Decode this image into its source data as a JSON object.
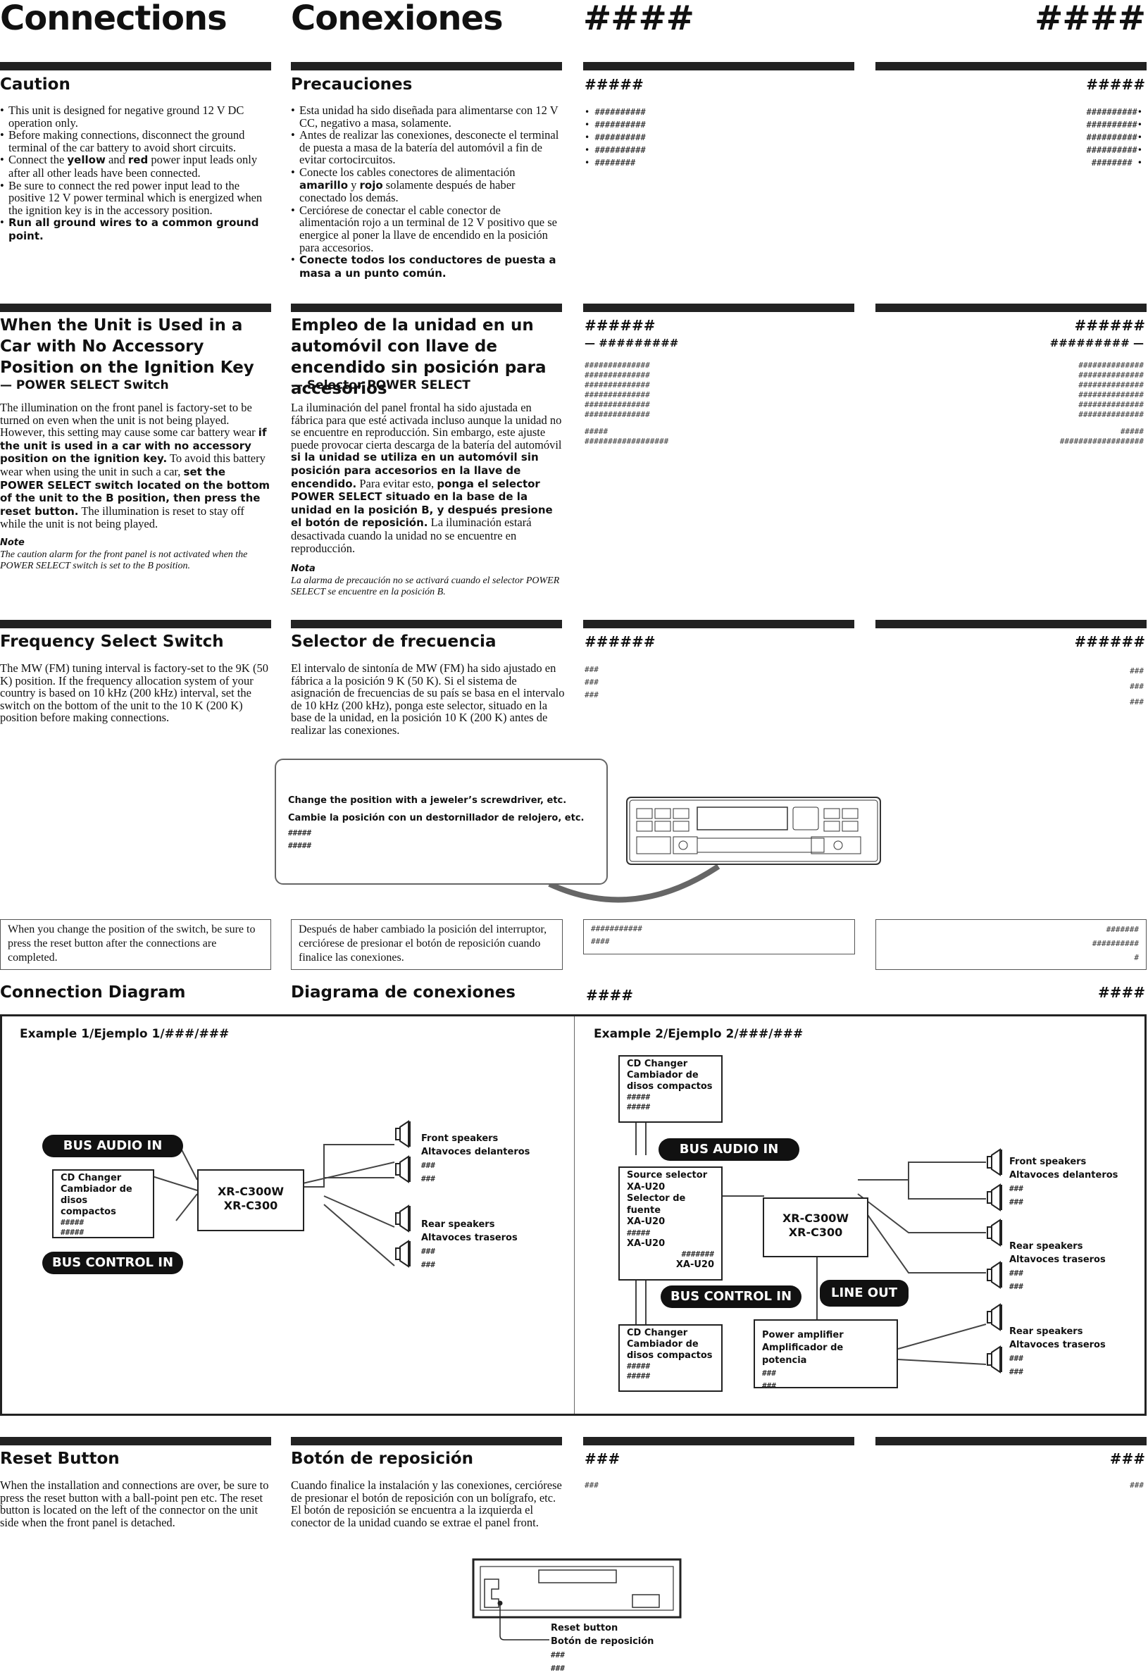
{
  "titles": {
    "en": "Connections",
    "es": "Conexiones",
    "c3": "####",
    "c4": "####"
  },
  "caution": {
    "en_title": "Caution",
    "en_items": [
      "This unit is designed for negative ground 12 V DC operation only.",
      "Before making connections, disconnect the ground terminal of the car battery to avoid short circuits.",
      "Connect the yellow and red power input leads only after all other leads have been connected.",
      "Be sure to connect the red power input lead to the positive 12 V power terminal which is energized when the ignition key is in the accessory position.",
      "Run all ground wires to a common ground point."
    ],
    "es_title": "Precauciones",
    "es_items": [
      "Esta unidad ha sido diseñada para alimentarse con 12 V CC, negativo a masa, solamente.",
      "Antes de realizar las conexiones, desconecte el terminal de puesta a masa de la batería del automóvil a fin de evitar cortocircuitos.",
      "Conecte los cables conectores de alimentación amarillo y rojo solamente después de haber conectado los demás.",
      "Cerciórese de conectar el cable conector de alimentación rojo a un terminal de 12 V positivo que se energice al poner la llave de encendido en la posición para accesorios.",
      "Conecte todos los conductores de puesta a masa a un punto común."
    ],
    "c3_title": "#####",
    "c3_items": [
      "##########",
      "##########",
      "##########",
      "##########",
      "########"
    ],
    "c4_title": "#####",
    "c4_items": [
      "##########",
      "##########",
      "##########",
      "##########",
      "########"
    ]
  },
  "power": {
    "en_title": "When the Unit is Used in a Car with No Accessory Position on the Ignition Key",
    "en_sub": "— POWER SELECT Switch",
    "en_body_1": "The illumination on the front panel is factory-set to be turned on even when the unit is not being played. However, this setting may cause some car battery wear",
    "en_body_b1": "if the unit is used in a car with no accessory position on the ignition key.",
    "en_body_2": "To avoid this battery wear when using the unit in such a car,",
    "en_body_b2": "set the POWER SELECT switch located on the bottom of the unit to the B position, then press the reset button.",
    "en_body_3": "The illumination is reset to stay off while the unit is not being played.",
    "note_label": "Note",
    "en_note": "The caution alarm for the front panel is not activated when the POWER SELECT switch is set to the B position.",
    "es_title": "Empleo de la unidad en un automóvil con llave de encendido sin posición para accesorios",
    "es_sub": "— Selector POWER SELECT",
    "es_body_1": "La iluminación del panel frontal ha sido ajustada en fábrica para que esté activada incluso aunque la unidad no se encuentre en reproducción. Sin embargo, este ajuste puede provocar cierta descarga de la batería del automóvil",
    "es_body_b1": "si la unidad se utiliza en un automóvil sin posición para accesorios en la llave de encendido.",
    "es_body_2": "Para evitar esto,",
    "es_body_b2": "ponga el selector POWER SELECT situado en la base de la unidad en la posición B, y después presione el botón de reposición.",
    "es_body_3": "La iluminación estará desactivada cuando la unidad no se encuentre en reproducción.",
    "es_note_label": "Nota",
    "es_note": "La alarma de precaución no se activará cuando el selector POWER SELECT se encuentre en la posición B.",
    "c3_title": "######",
    "c3_sub": "— #########",
    "c3_lines": [
      "##############",
      "##############",
      "##############",
      "##############",
      "##############",
      "##############"
    ],
    "c3_note_t": "#####",
    "c3_note": "##################",
    "c4_title": "######",
    "c4_sub": "######### —",
    "c4_lines": [
      "##############",
      "##############",
      "##############",
      "##############",
      "##############",
      "##############"
    ],
    "c4_note_t": "#####",
    "c4_note": "##################"
  },
  "freq": {
    "en_title": "Frequency Select Switch",
    "en_body": "The MW (FM) tuning interval is factory-set to the 9K (50 K) position. If the frequency allocation system of your country is based on 10 kHz (200 kHz) interval, set the switch on the bottom of the unit to the 10 K (200 K) position before making connections.",
    "es_title": "Selector de frecuencia",
    "es_body": "El intervalo de sintonía de MW (FM) ha sido ajustado en fábrica a la posición 9 K (50 K). Si el sistema de asignación de frecuencias de su país se basa en el intervalo de 10 kHz (200 kHz), ponga este selector, situado en la base de la unidad, en la posición 10 K (200 K) antes de realizar las conexiones.",
    "c3_title": "######",
    "c3_lines": [
      "###",
      "###",
      "###"
    ],
    "c4_title": "######",
    "c4_lines": [
      "###",
      "###",
      "###"
    ],
    "callout": [
      "Change the position with a jeweler’s screwdriver, etc.",
      "Cambie la posición con un destornillador de relojero, etc.",
      "#####",
      "#####"
    ],
    "box_en": "When you change the position of the switch, be sure to press the reset button after the connections are completed.",
    "box_es": "Después de haber cambiado la posición del interruptor, cerciórese de presionar el botón de reposición cuando finalice las conexiones.",
    "box_c3": [
      "###########",
      "####"
    ],
    "box_c4": [
      "#######",
      "##########",
      "#"
    ]
  },
  "diagram": {
    "en_title": "Connection Diagram",
    "es_title": "Diagrama de conexiones",
    "c3_title": "####",
    "c4_title": "####",
    "ex1_title": "Example 1/Ejemplo 1/###/###",
    "ex2_title": "Example 2/Ejemplo 2/###/###",
    "bus_audio": "BUS AUDIO IN",
    "bus_control": "BUS CONTROL IN",
    "line_out": "LINE OUT",
    "cd_changer": [
      "CD Changer",
      "Cambiador de",
      "disos compactos",
      "#####",
      "#####"
    ],
    "cd_changer2": [
      "CD Changer",
      "Cambiador de",
      "disos compactos",
      "#####",
      "#####"
    ],
    "unit": [
      "XR-C300W",
      "XR-C300"
    ],
    "source": [
      "Source selector",
      "XA-U20",
      "Selector de fuente",
      "XA-U20",
      "#####",
      "XA-U20",
      "#######",
      "XA-U20"
    ],
    "amp": [
      "Power amplifier",
      "Amplificador de potencia",
      "###",
      "###"
    ],
    "front": [
      "Front speakers",
      "Altavoces delanteros",
      "###",
      "###"
    ],
    "rear": [
      "Rear speakers",
      "Altavoces traseros",
      "###",
      "###"
    ],
    "rear2": [
      "Rear speakers",
      "Altavoces traseros",
      "###",
      "###"
    ]
  },
  "reset": {
    "en_title": "Reset Button",
    "en_body": "When the installation and connections are over, be sure to press the reset button with a ball-point pen etc. The reset button is located on the left of the connector on the unit side when the front panel is detached.",
    "es_title": "Botón de reposición",
    "es_body": "Cuando finalice la instalación y las conexiones, cerciórese de presionar el botón de reposición con un bolígrafo, etc. El botón de reposición se encuentra a la izquierda el conector de la unidad cuando se extrae el panel front.",
    "c3_title": "###",
    "c3_body": "###",
    "c4_title": "###",
    "c4_body": "###",
    "label": [
      "Reset button",
      "Botón de reposición",
      "###",
      "###"
    ]
  }
}
